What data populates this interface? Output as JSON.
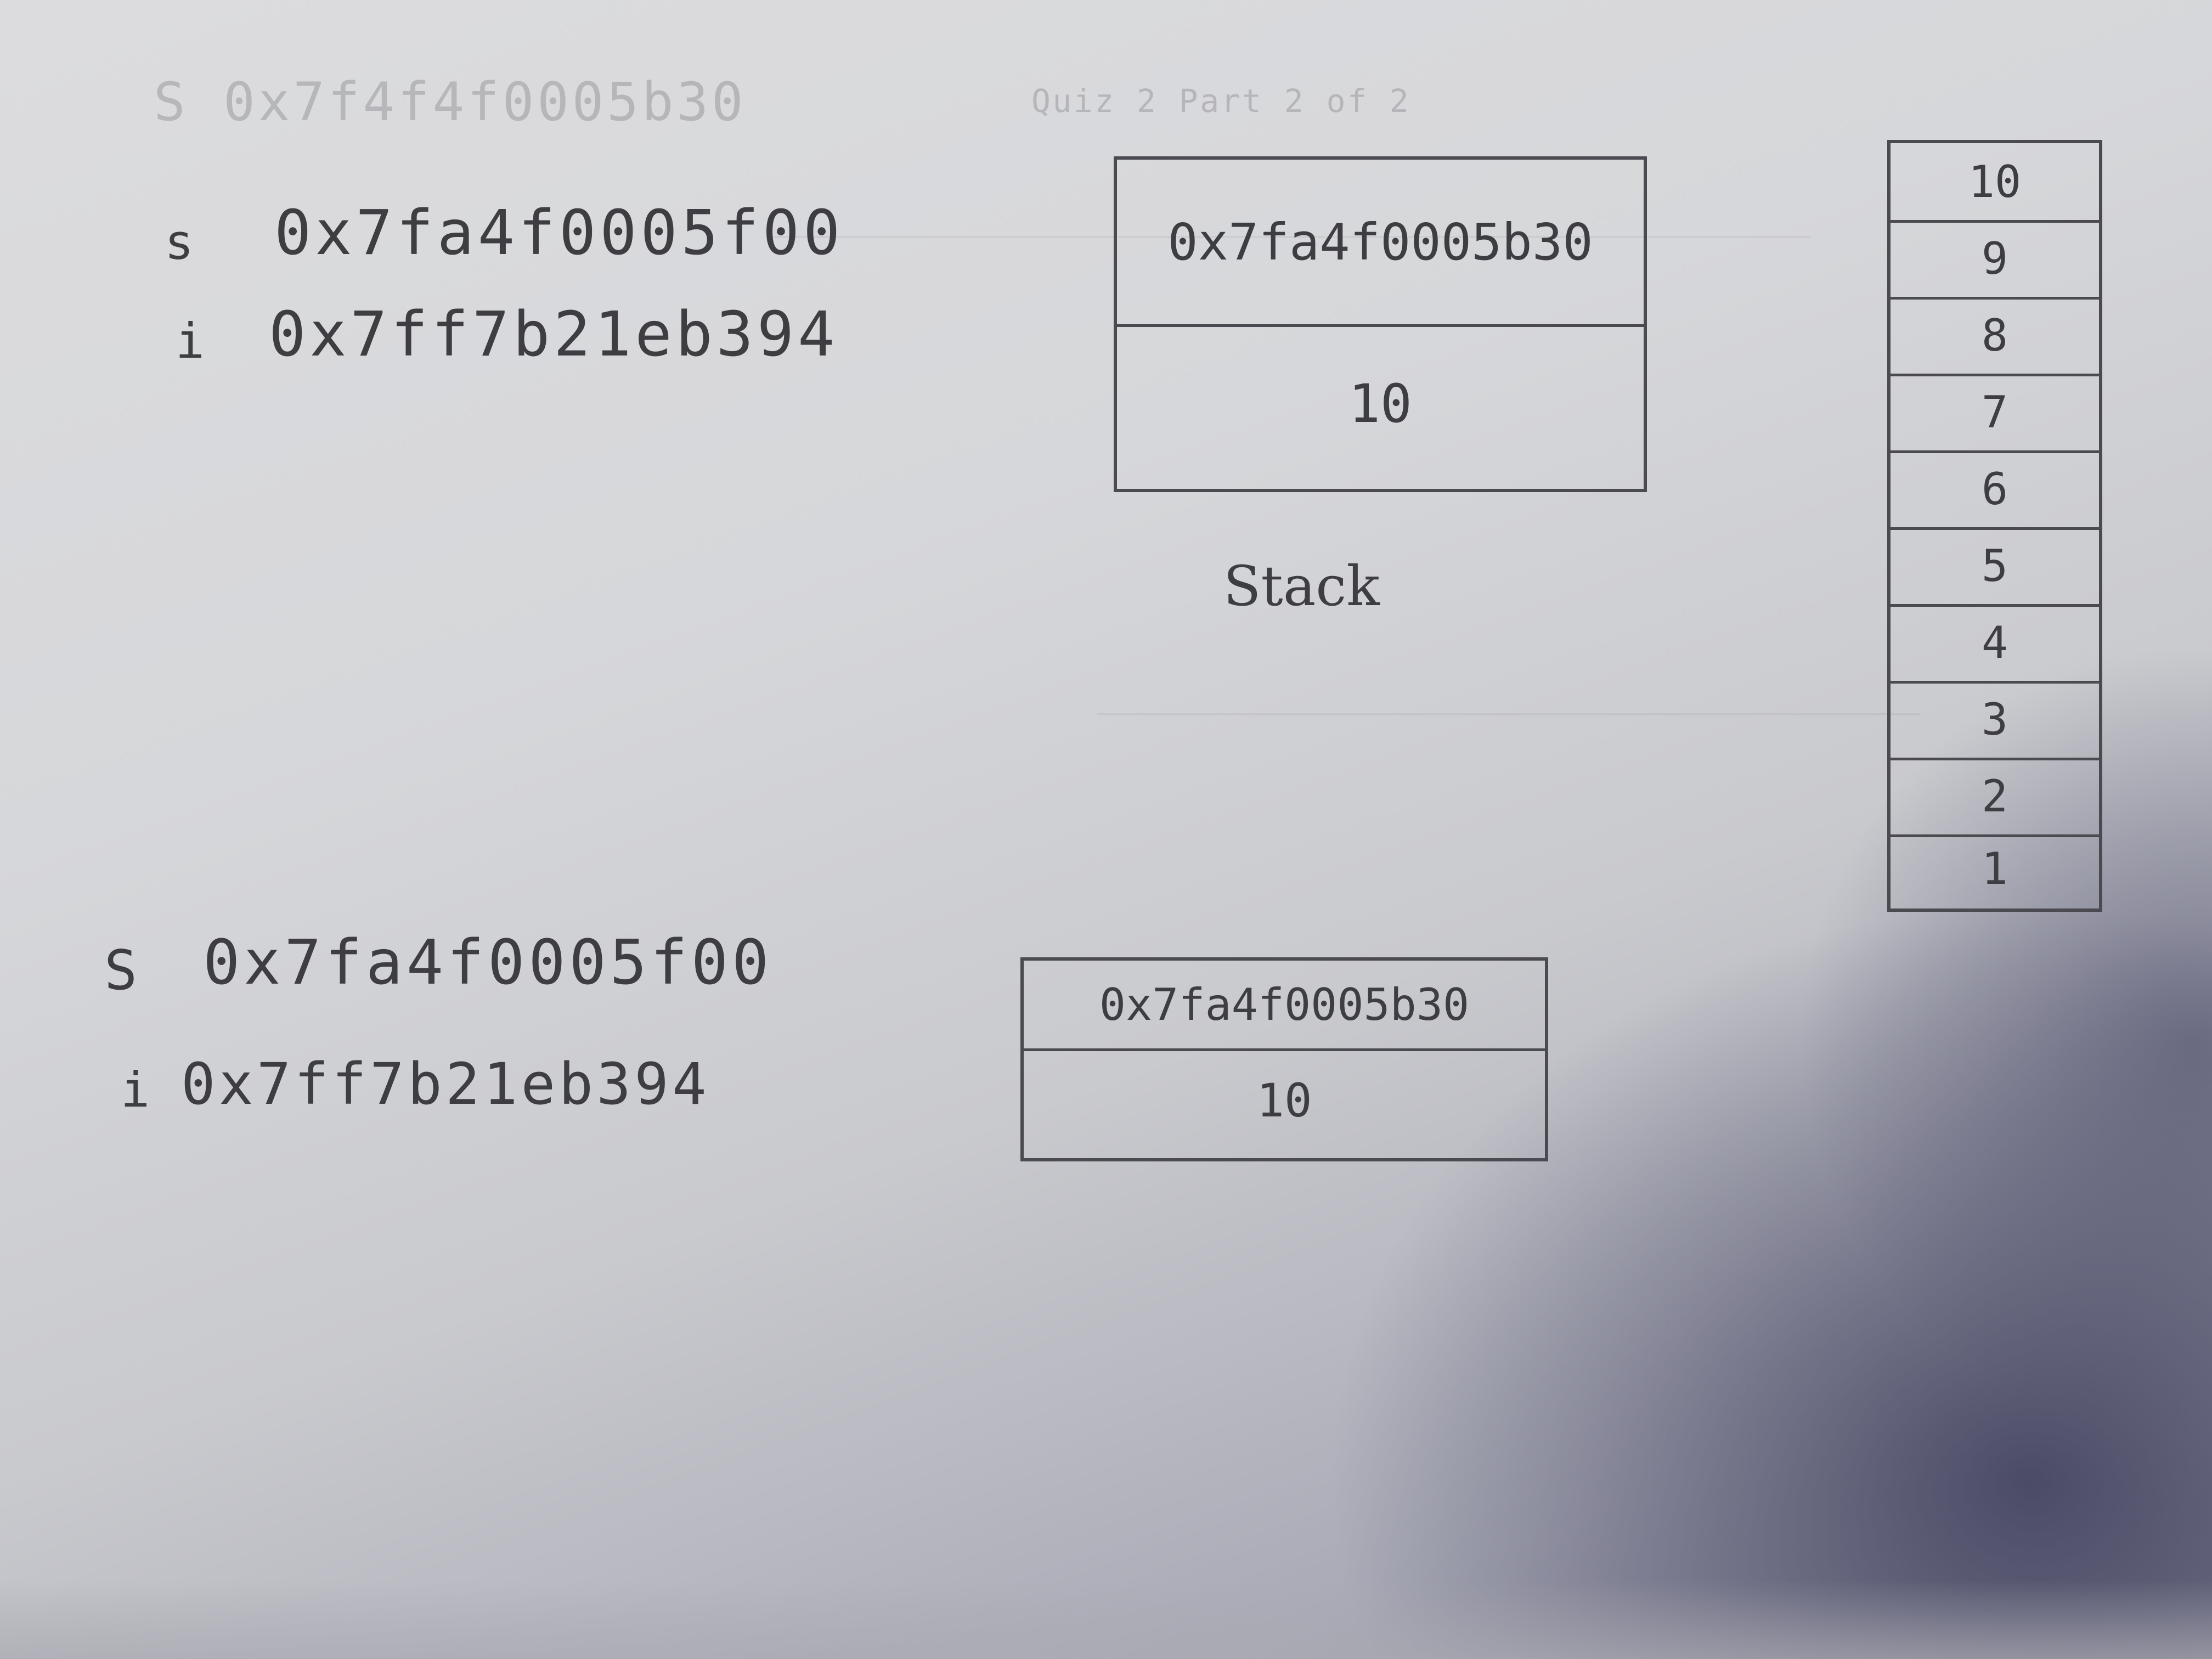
{
  "faded_top": "S  0x7f4f4f0005b30",
  "faded_header": "Quiz 2 Part 2 of 2",
  "top_left": {
    "s_label": "s",
    "s_value": "0x7fa4f0005f00",
    "i_label": "i",
    "i_value": "0x7ff7b21eb394"
  },
  "top_stack_box": {
    "cell_top": "0x7fa4f0005b30",
    "cell_bottom": "10",
    "caption": "Stack"
  },
  "number_column": [
    "10",
    "9",
    "8",
    "7",
    "6",
    "5",
    "4",
    "3",
    "2",
    "1"
  ],
  "bottom_left": {
    "s_label": "S",
    "s_value": "0x7fa4f0005f00",
    "i_label": "i",
    "i_value": "0x7ff7b21eb394"
  },
  "bottom_stack_box": {
    "cell_top": "0x7fa4f0005b30",
    "cell_bottom": "10"
  }
}
